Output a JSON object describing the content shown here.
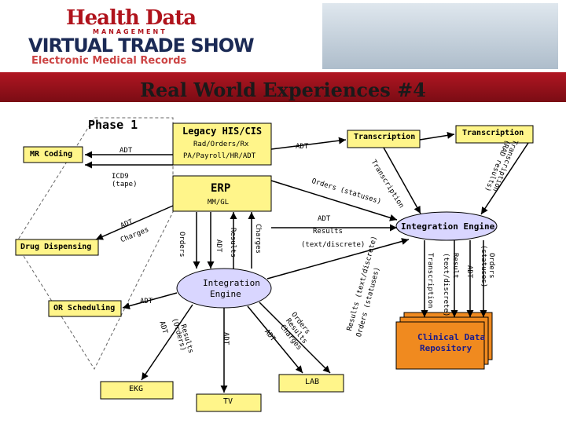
{
  "header": {
    "brand_line1": "Health Data",
    "brand_line2": "MANAGEMENT",
    "brand_line3": "VIRTUAL TRADE SHOW",
    "subtitle": "Electronic Medical Records"
  },
  "slide": {
    "title": "Real World Experiences #4",
    "phase": "Phase 1"
  },
  "nodes": {
    "legacy_title": "Legacy HIS/CIS",
    "legacy_line1": "Rad/Orders/Rx",
    "legacy_line2": "PA/Payroll/HR/ADT",
    "erp": "ERP",
    "erp_sub": "MM/GL",
    "transcription1": "Transcription",
    "transcription2": "Transcription",
    "mr_coding": "MR Coding",
    "drug_dispensing": "Drug Dispensing",
    "or_scheduling": "OR Scheduling",
    "integration_engine_top": "Integration Engine",
    "integration_engine_center_1": "Integration",
    "integration_engine_center_2": "Engine",
    "clinical_1": "Clinical Data",
    "clinical_2": "Repository",
    "lab": "LAB",
    "ekg": "EKG",
    "tv": "TV"
  },
  "labels": {
    "adt_mr": "ADT",
    "icd9": "ICD9",
    "tape": "(tape)",
    "adt_trans": "ADT",
    "transcription_diag": "Transcription",
    "transcription_rad_1": "Transcription",
    "transcription_rad_2": "(RAD results)",
    "orders_statuses": "Orders (statuses)",
    "adt_drug": "ADT",
    "charges_drug": "Charges",
    "orders_v": "Orders",
    "adt_v": "ADT",
    "results_v": "Results",
    "charges_v": "Charges",
    "adt_ie": "ADT",
    "results_ie": "Results",
    "text_discrete": "(text/discrete)",
    "results_text_discrete_diag": "Results (text/discrete)",
    "orders_statuses_diag": "Orders (statuses)",
    "transcription_v": "Transcription",
    "result_v": "Result",
    "text_discrete_v": "(text/discrete)",
    "adt_v2": "ADT",
    "orders_v2": "Orders",
    "statuses_v2": "(statuses)",
    "adt_or": "ADT",
    "adt_orders": "ADT",
    "orders_paren": "(Orders)",
    "results_ekg": "Results",
    "adt_tv": "ADT",
    "adt_lab": "ADT",
    "orders_lab": "Orders",
    "results_lab": "Results",
    "charges_lab": "Charges"
  },
  "colors": {
    "banner": "#9e1420",
    "box_fill": "#fff58a",
    "ellipse_fill": "#d9d6ff",
    "clinical_fill": "#f08a1f",
    "arrow": "#000000"
  }
}
